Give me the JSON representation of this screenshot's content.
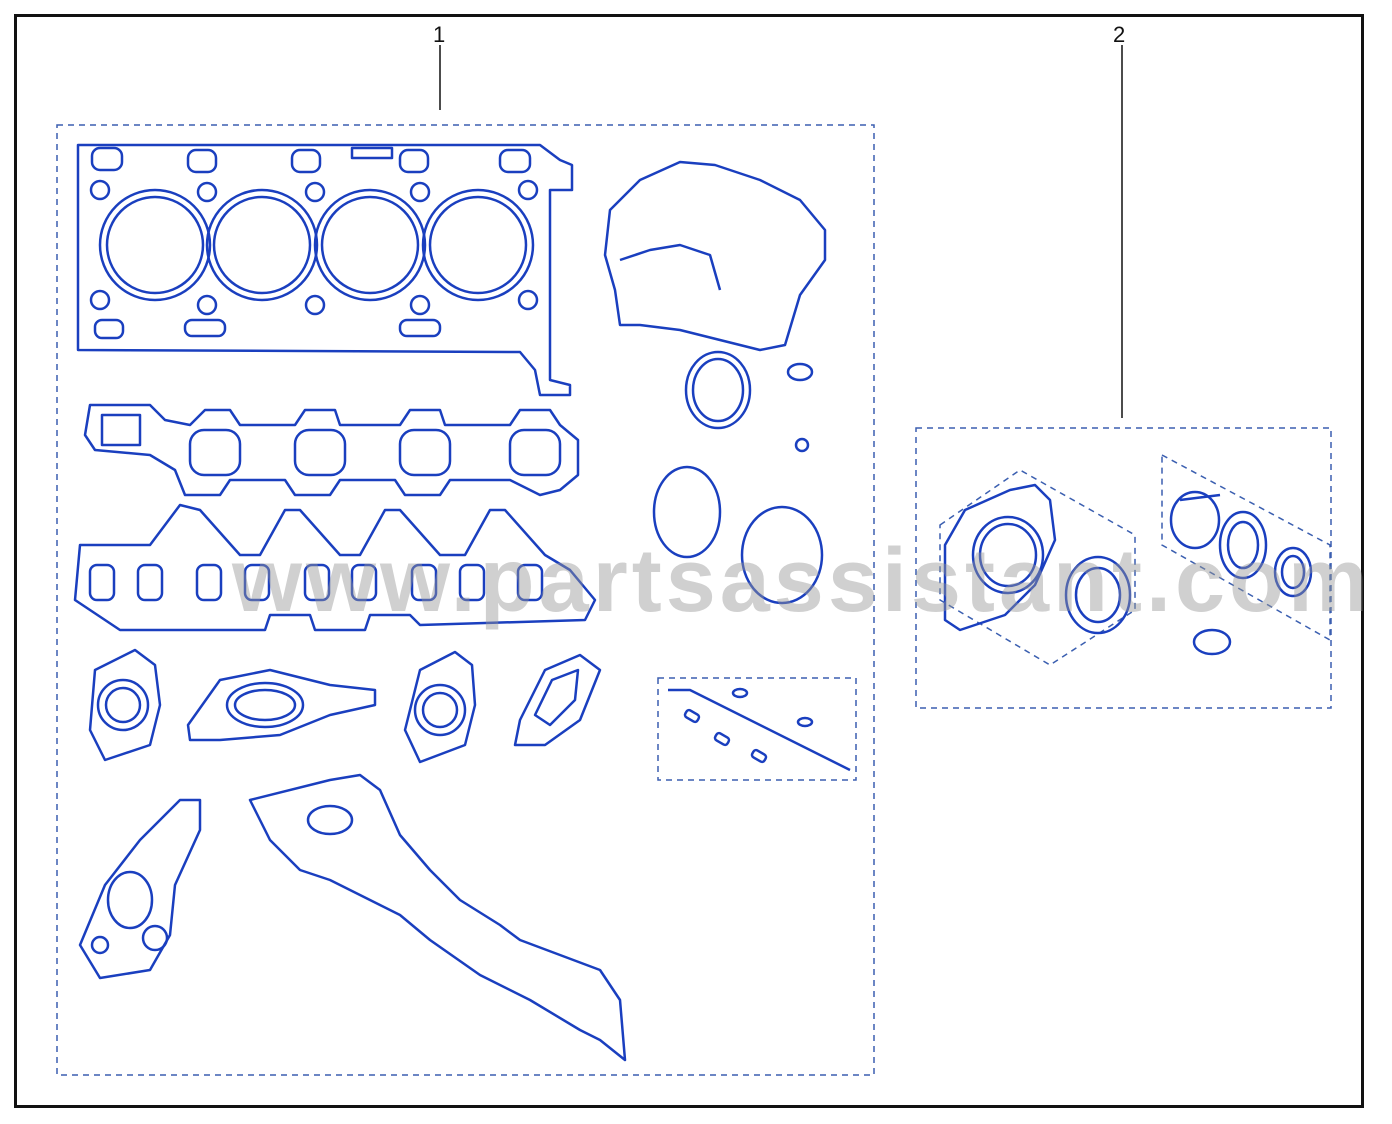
{
  "callouts": {
    "item_1": "1",
    "item_2": "2"
  },
  "watermark": "www.partsassistant.com",
  "colors": {
    "part_line": "#1a3fbf",
    "frame": "#111111",
    "dashed_box": "#3b5fb0"
  }
}
